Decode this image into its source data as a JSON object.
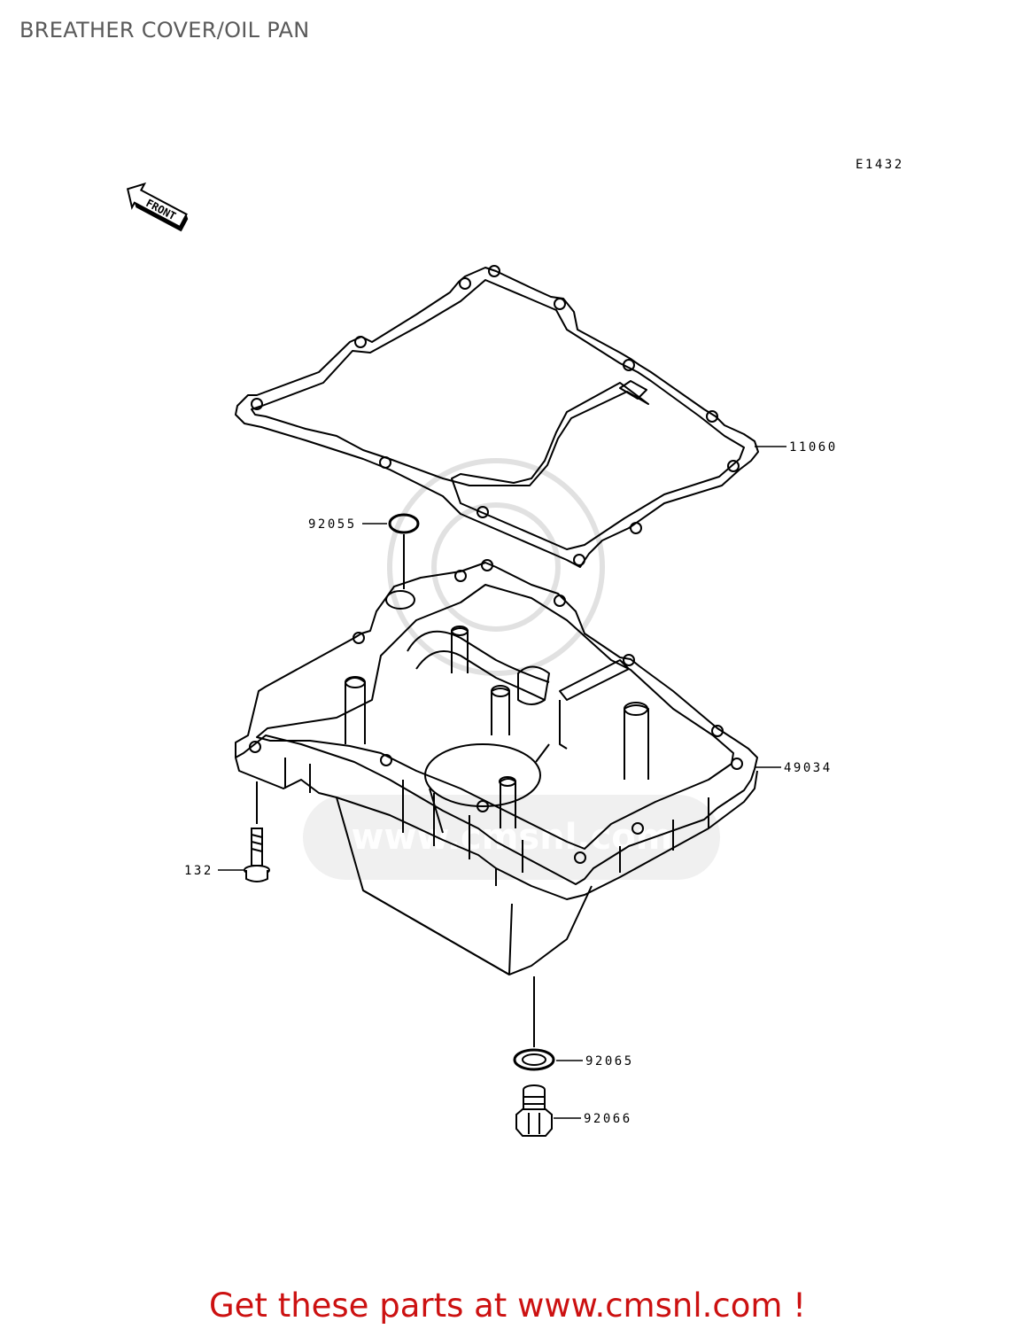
{
  "page": {
    "title": "BREATHER COVER/OIL PAN",
    "diagram_code": "E1432",
    "front_marker": "FRONT",
    "footer_text": "Get these parts at www.cmsnl.com !",
    "watermark_text": "www.cmsnl.com",
    "footer_color": "#cc1111"
  },
  "parts": [
    {
      "number": "11060",
      "name": "gasket"
    },
    {
      "number": "92055",
      "name": "o-ring"
    },
    {
      "number": "49034",
      "name": "oil-pan"
    },
    {
      "number": "132",
      "name": "bolt"
    },
    {
      "number": "92065",
      "name": "drain-washer"
    },
    {
      "number": "92066",
      "name": "drain-plug"
    }
  ]
}
